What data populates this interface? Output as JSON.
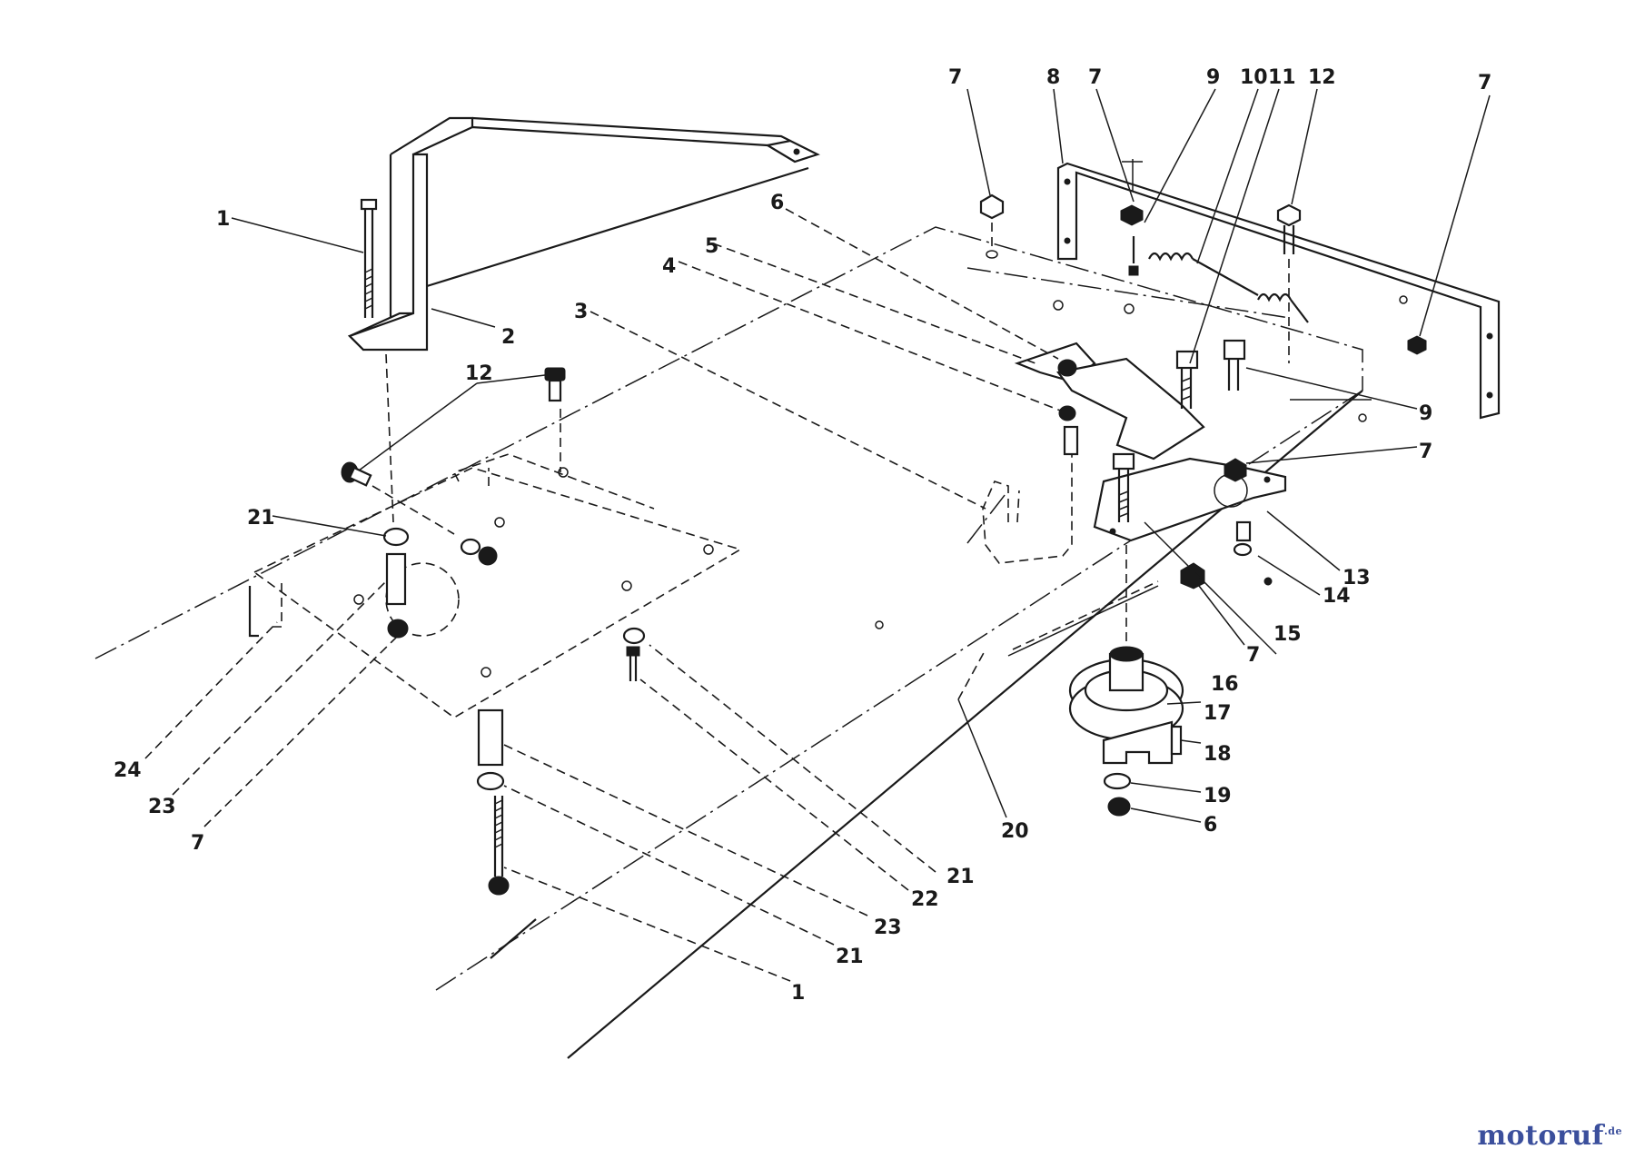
{
  "callouts": {
    "c1a": "1",
    "c2": "2",
    "c3": "3",
    "c4": "4",
    "c5": "5",
    "c6a": "6",
    "c7a": "7",
    "c8": "8",
    "c7b": "7",
    "c9a": "9",
    "c10": "10",
    "c11": "11",
    "c12a": "12",
    "c7c": "7",
    "c12b": "12",
    "c9b": "9",
    "c7d": "7",
    "c13": "13",
    "c14": "14",
    "c15": "15",
    "c16": "16",
    "c7e": "7",
    "c17": "17",
    "c18": "18",
    "c19": "19",
    "c6b": "6",
    "c20": "20",
    "c21a": "21",
    "c21b": "21",
    "c22": "22",
    "c23a": "23",
    "c21c": "21",
    "c1b": "1",
    "c24": "24",
    "c23b": "23",
    "c7f": "7"
  },
  "watermark": {
    "main": "motoruf",
    "suffix": ".de"
  },
  "icons": [
    "pulley-icon",
    "bracket-icon",
    "bolt-icon",
    "nut-icon",
    "spring-icon"
  ]
}
